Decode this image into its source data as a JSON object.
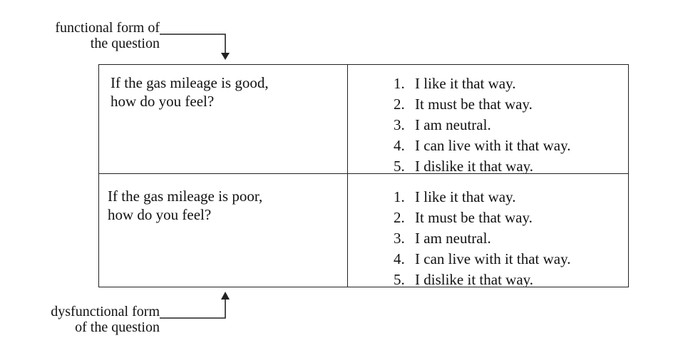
{
  "labels": {
    "functional": [
      "functional form of",
      "the question"
    ],
    "dysfunctional": [
      "dysfunctional form",
      "of the question"
    ]
  },
  "rows": [
    {
      "question": [
        "If the gas mileage is good,",
        "how do you feel?"
      ],
      "answers": [
        {
          "num": "1.",
          "text": "I like it that way."
        },
        {
          "num": "2.",
          "text": "It must be that way."
        },
        {
          "num": "3.",
          "text": "I am neutral."
        },
        {
          "num": "4.",
          "text": "I can live with it that way."
        },
        {
          "num": "5.",
          "text": "I dislike it that way."
        }
      ]
    },
    {
      "question": [
        "If the gas mileage is poor,",
        "how do you feel?"
      ],
      "answers": [
        {
          "num": "1.",
          "text": "I like it that way."
        },
        {
          "num": "2.",
          "text": "It must be that way."
        },
        {
          "num": "3.",
          "text": "I am neutral."
        },
        {
          "num": "4.",
          "text": "I can live with it that way."
        },
        {
          "num": "5.",
          "text": "I dislike it that way."
        }
      ]
    }
  ]
}
